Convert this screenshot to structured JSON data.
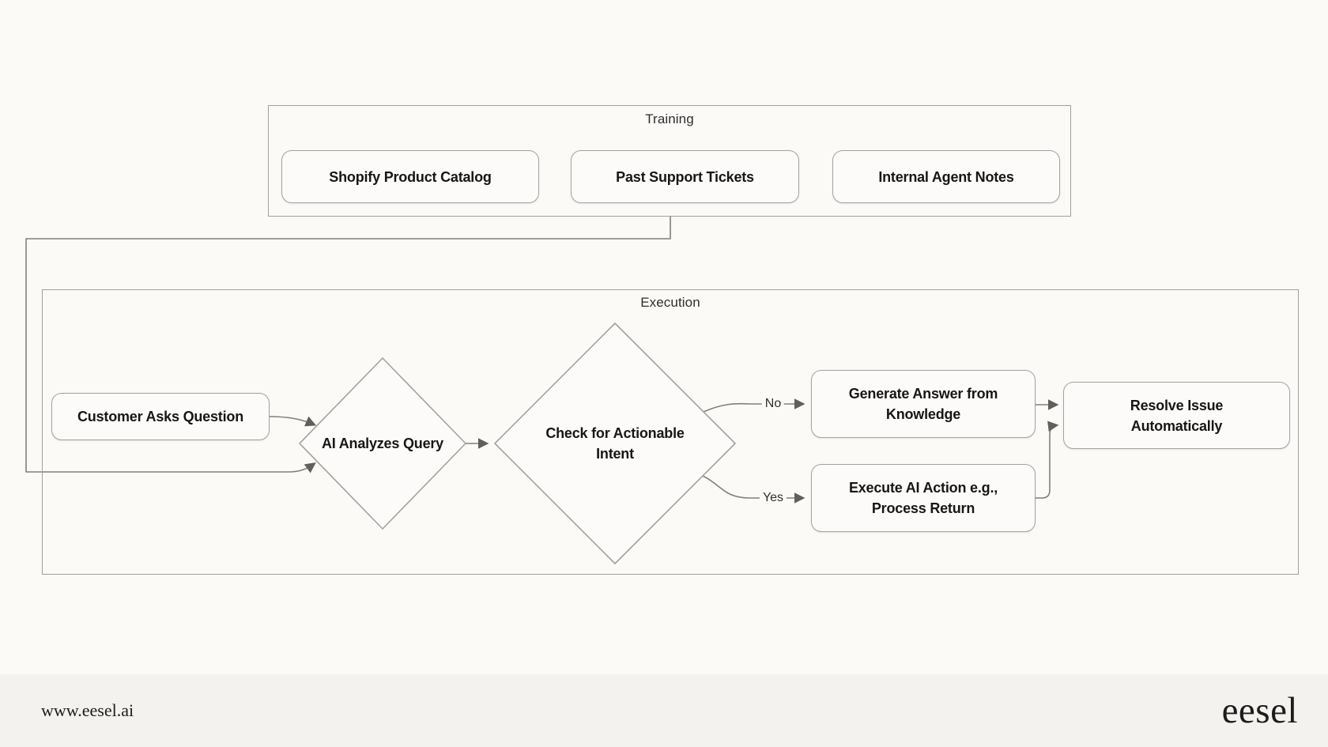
{
  "theme": {
    "page_bg": "#fbfaf7",
    "node_fill": "#fcfbf9",
    "node_border": "#a3a29f",
    "line_color": "#7f7f7d",
    "arrowhead_color": "#5f5f5d",
    "label_color": "#161616",
    "section_label_color": "#2e2e2e",
    "footer_bg": "#f3f2ee",
    "footer_text": "#1c1c1c"
  },
  "diagram": {
    "training_section": {
      "label": "Training",
      "nodes": [
        {
          "label": "Shopify Product Catalog"
        },
        {
          "label": "Past Support Tickets"
        },
        {
          "label": "Internal Agent Notes"
        }
      ]
    },
    "execution_section": {
      "label": "Execution",
      "nodes": {
        "customer": {
          "label": "Customer Asks Question"
        },
        "analyze": {
          "label": "AI Analyzes Query"
        },
        "check": {
          "line1": "Check for Actionable",
          "line2": "Intent"
        },
        "generate": {
          "line1": "Generate Answer from",
          "line2": "Knowledge"
        },
        "execute": {
          "line1": "Execute AI Action e.g.,",
          "line2": "Process Return"
        },
        "resolve": {
          "line1": "Resolve Issue",
          "line2": "Automatically"
        }
      },
      "edge_labels": {
        "no": "No",
        "yes": "Yes"
      }
    }
  },
  "footer": {
    "url": "www.eesel.ai",
    "logo": "eesel"
  }
}
